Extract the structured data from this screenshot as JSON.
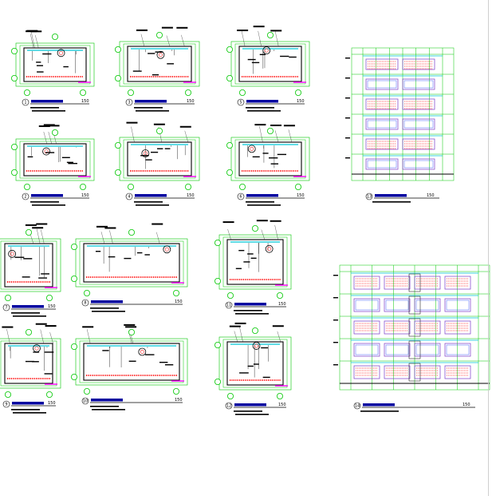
{
  "sheet": {
    "background": "#ffffff",
    "colors": {
      "wall": "#00c800",
      "detail": "#000000",
      "cyan": "#00c8d8",
      "magenta": "#ff00ff",
      "red": "#ff2020",
      "purple": "#7a3cc8",
      "blue": "#2040ff",
      "title": "#0000a0"
    }
  },
  "plans": [
    {
      "id": "1",
      "scale": "150"
    },
    {
      "id": "3",
      "scale": "150"
    },
    {
      "id": "5",
      "scale": "150"
    },
    {
      "id": "2",
      "scale": "150"
    },
    {
      "id": "4",
      "scale": "150"
    },
    {
      "id": "6",
      "scale": "150"
    },
    {
      "id": "7",
      "scale": "150"
    },
    {
      "id": "8",
      "scale": "150"
    },
    {
      "id": "11",
      "scale": "150"
    },
    {
      "id": "9",
      "scale": "150"
    },
    {
      "id": "10",
      "scale": "150"
    },
    {
      "id": "12",
      "scale": "150"
    }
  ],
  "elevations": [
    {
      "id": "13",
      "scale": "150"
    },
    {
      "id": "14",
      "scale": "150"
    }
  ]
}
